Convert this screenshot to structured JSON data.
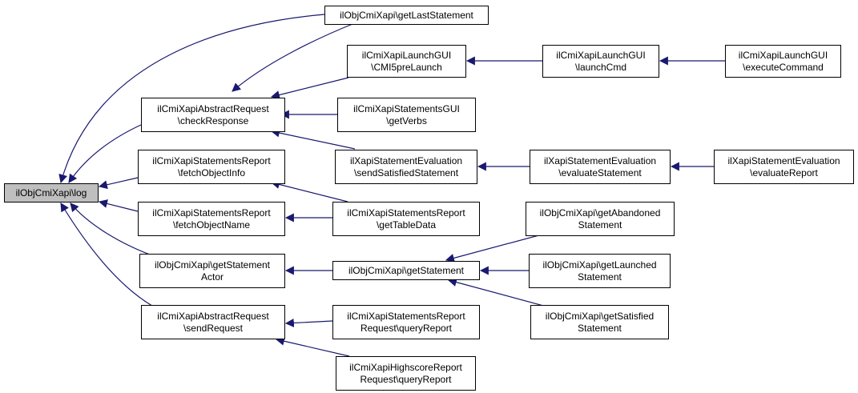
{
  "colors": {
    "edge": "#191970",
    "node_border": "#000000",
    "root_fill": "#bfbfbf",
    "node_fill": "#ffffff"
  },
  "nodes": {
    "log": [
      "ilObjCmiXapi\\log"
    ],
    "getLastStatement": [
      "ilObjCmiXapi\\getLastStatement"
    ],
    "checkResponse": [
      "ilCmiXapiAbstractRequest",
      "\\checkResponse"
    ],
    "fetchObjectInfo": [
      "ilCmiXapiStatementsReport",
      "\\fetchObjectInfo"
    ],
    "fetchObjectName": [
      "ilCmiXapiStatementsReport",
      "\\fetchObjectName"
    ],
    "getStatementActor": [
      "ilObjCmiXapi\\getStatement",
      "Actor"
    ],
    "sendRequest": [
      "ilCmiXapiAbstractRequest",
      "\\sendRequest"
    ],
    "cmi5preLaunch": [
      "ilCmiXapiLaunchGUI",
      "\\CMI5preLaunch"
    ],
    "getVerbs": [
      "ilCmiXapiStatementsGUI",
      "\\getVerbs"
    ],
    "sendSatisfiedStatement": [
      "ilXapiStatementEvaluation",
      "\\sendSatisfiedStatement"
    ],
    "getTableData": [
      "ilCmiXapiStatementsReport",
      "\\getTableData"
    ],
    "getStatement": [
      "ilObjCmiXapi\\getStatement"
    ],
    "queryReportStatements": [
      "ilCmiXapiStatementsReport",
      "Request\\queryReport"
    ],
    "queryReportHighscore": [
      "ilCmiXapiHighscoreReport",
      "Request\\queryReport"
    ],
    "launchCmd": [
      "ilCmiXapiLaunchGUI",
      "\\launchCmd"
    ],
    "evaluateStatement": [
      "ilXapiStatementEvaluation",
      "\\evaluateStatement"
    ],
    "getAbandoned": [
      "ilObjCmiXapi\\getAbandoned",
      "Statement"
    ],
    "getLaunched": [
      "ilObjCmiXapi\\getLaunched",
      "Statement"
    ],
    "getSatisfied": [
      "ilObjCmiXapi\\getSatisfied",
      "Statement"
    ],
    "executeCommand": [
      "ilCmiXapiLaunchGUI",
      "\\executeCommand"
    ],
    "evaluateReport": [
      "ilXapiStatementEvaluation",
      "\\evaluateReport"
    ]
  }
}
